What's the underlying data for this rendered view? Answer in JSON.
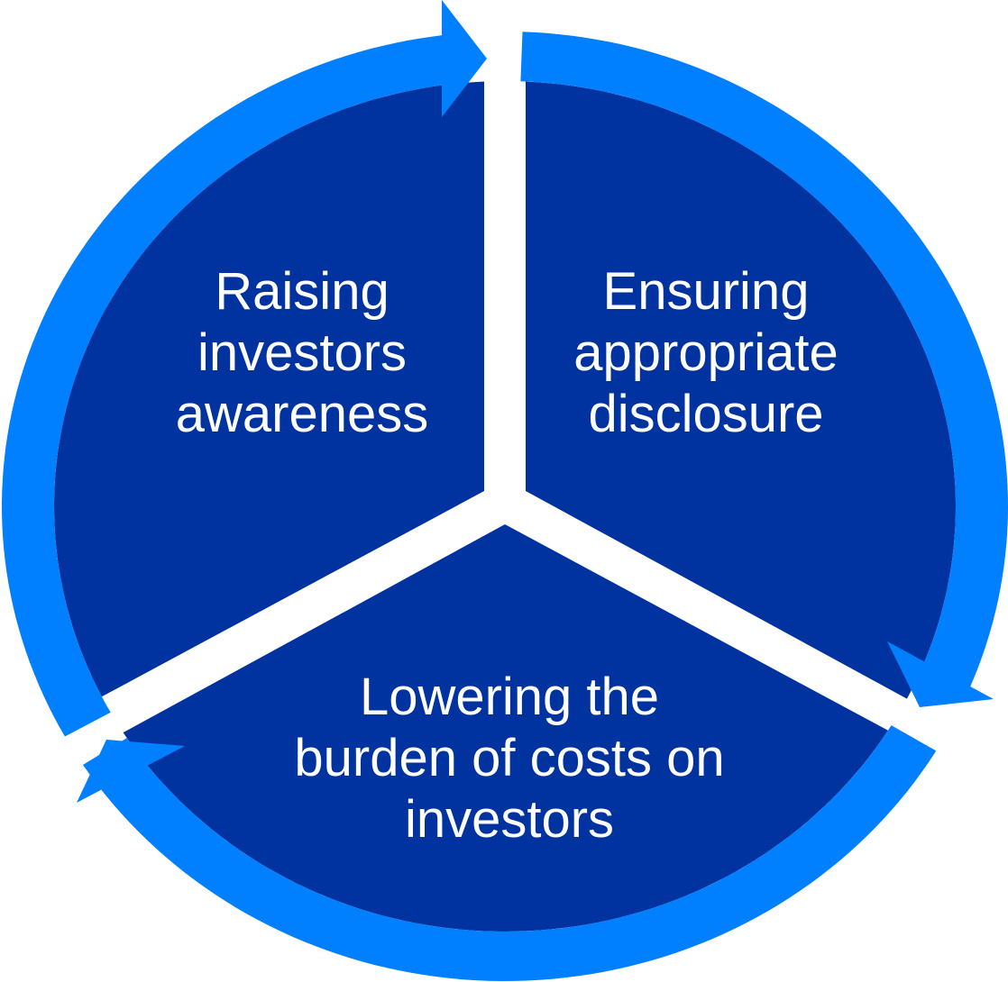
{
  "colors": {
    "sector": "#0033A0",
    "arrow": "#0080FF",
    "background": "#FFFFFF"
  },
  "segments": [
    {
      "name": "raising-investors-awareness",
      "lines": [
        "Raising",
        "investors",
        "awareness"
      ]
    },
    {
      "name": "ensuring-appropriate-disclosure",
      "lines": [
        "Ensuring",
        "appropriate",
        "disclosure"
      ]
    },
    {
      "name": "lowering-burden-of-costs",
      "lines": [
        "Lowering the",
        "burden of costs on",
        "investors"
      ]
    }
  ]
}
